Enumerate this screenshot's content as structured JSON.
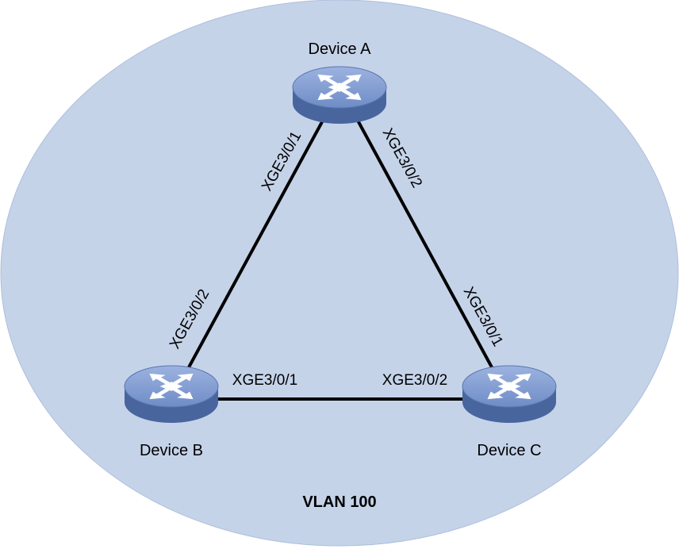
{
  "colors": {
    "region_fill": "#c5d3e9",
    "device_side": "#48659e",
    "device_top": "#7f9ad0",
    "link": "#000000"
  },
  "region": {
    "label": "VLAN 100"
  },
  "devices": [
    {
      "id": "A",
      "label": "Device A",
      "icon": "switch-icon"
    },
    {
      "id": "B",
      "label": "Device B",
      "icon": "switch-icon"
    },
    {
      "id": "C",
      "label": "Device C",
      "icon": "switch-icon"
    }
  ],
  "links": [
    {
      "from": "A",
      "to": "B",
      "from_port": "XGE3/0/1",
      "to_port": "XGE3/0/2"
    },
    {
      "from": "A",
      "to": "C",
      "from_port": "XGE3/0/2",
      "to_port": "XGE3/0/1"
    },
    {
      "from": "B",
      "to": "C",
      "from_port": "XGE3/0/1",
      "to_port": "XGE3/0/2"
    }
  ]
}
